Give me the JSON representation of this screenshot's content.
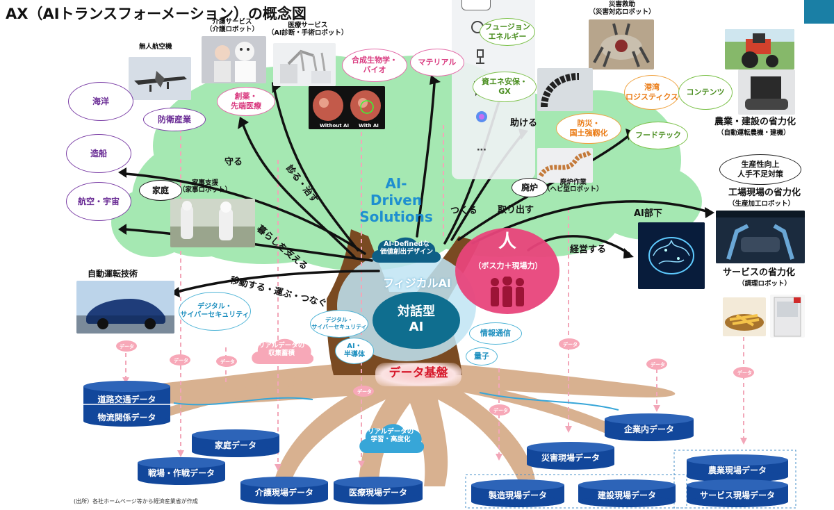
{
  "title": "AX（AIトランスフォーメーション）の概念図",
  "credit": "(出所）各社ホームページ等から経済産業省が作成",
  "tree": {
    "ai_driven": "AI-\nDriven\nSolutions",
    "ai_defined": "AI-Definedな\n価値創出デザイン",
    "physical_ai": "フィジカルAI",
    "conversational_ai": "対話型\nAI",
    "human": "人",
    "human_sub": "（ボス力＋現場力）",
    "data_foundation": "データ基盤"
  },
  "branch_labels": {
    "mamoru": "守る",
    "miru_naosu": "診る・治す",
    "tsukuru": "つくる",
    "tasukeru": "助ける",
    "toridasu": "取り出す",
    "kurashi": "暮らしを支える",
    "idou": "移動する・運ぶ・つなぐ",
    "keiei": "経営する",
    "ai_buka": "AI部下"
  },
  "ovals": {
    "kaiyou": "海洋",
    "zousen": "造船",
    "koukuu": "航空・宇宙",
    "bouei": "防衛産業",
    "katei": "家庭",
    "souyaku": "創薬・\n先端医療",
    "gousei": "合成生物学・\nバイオ",
    "material": "マテリアル",
    "fusion": "フュージョン\nエネルギー",
    "shigen": "資エネ安保・\nGX",
    "haiuro": "廃炉",
    "kouwan": "港湾\nロジスティクス",
    "contents": "コンテンツ",
    "bousai": "防災・\n国土強靱化",
    "foodtech": "フードテック",
    "seisansei": "生産性向上\n人手不足対策",
    "digital_cyber": "デジタル・\nサイバーセキュリティ",
    "digital_cyber2": "デジタル・\nサイバーセキュリティ",
    "ai_semi": "AI・\n半導体",
    "jouhou": "情報通信",
    "ryoushi": "量子"
  },
  "photo_labels": {
    "drone": "無人航空機",
    "kaigo": "介護サービス\n（介護ロボット）",
    "iryou": "医療サービス\n（AI診断・手術ロボット）",
    "saigai": "災害救助\n（災害対応ロボット）",
    "kaji": "家事支援\n（家事ロボット）",
    "haiuro_sagyou": "廃炉作業\n（ヘビ型ロボット）",
    "jidou": "自動運転技術",
    "nougyou": "農業・建設の省力化",
    "nougyou_sub": "（自動運転農機・建機）",
    "koujou": "工場現場の省力化",
    "koujou_sub": "（生産加工ロボット）",
    "service": "サービスの省力化",
    "service_sub": "（調理ロボット）",
    "without_ai": "Without AI",
    "with_ai": "With AI"
  },
  "clouds": {
    "real_data": "リアルデータの\n収集蓄積",
    "real_learn": "リアルデータの\n学習・高度化",
    "data_tag": "データ"
  },
  "databases": {
    "douro": "道路交通データ",
    "butsuryu": "物流関係データ",
    "katei": "家庭データ",
    "senjou": "戦場・作戦データ",
    "kaigo": "介護現場データ",
    "iryou": "医療現場データ",
    "kigyou": "企業内データ",
    "saigai": "災害現場データ",
    "seizou": "製造現場データ",
    "kensetsu": "建設現場データ",
    "nougyou": "農業現場データ",
    "service": "サービス現場データ"
  },
  "colors": {
    "db_blue": "#12479b",
    "canopy_green": "#a5e8b2",
    "root_tan": "#d8b190",
    "trunk_brown": "#7a4a22",
    "human_pink": "#e8457b",
    "ai_teal": "#0f6e8f",
    "accent_red": "#d6172a"
  }
}
